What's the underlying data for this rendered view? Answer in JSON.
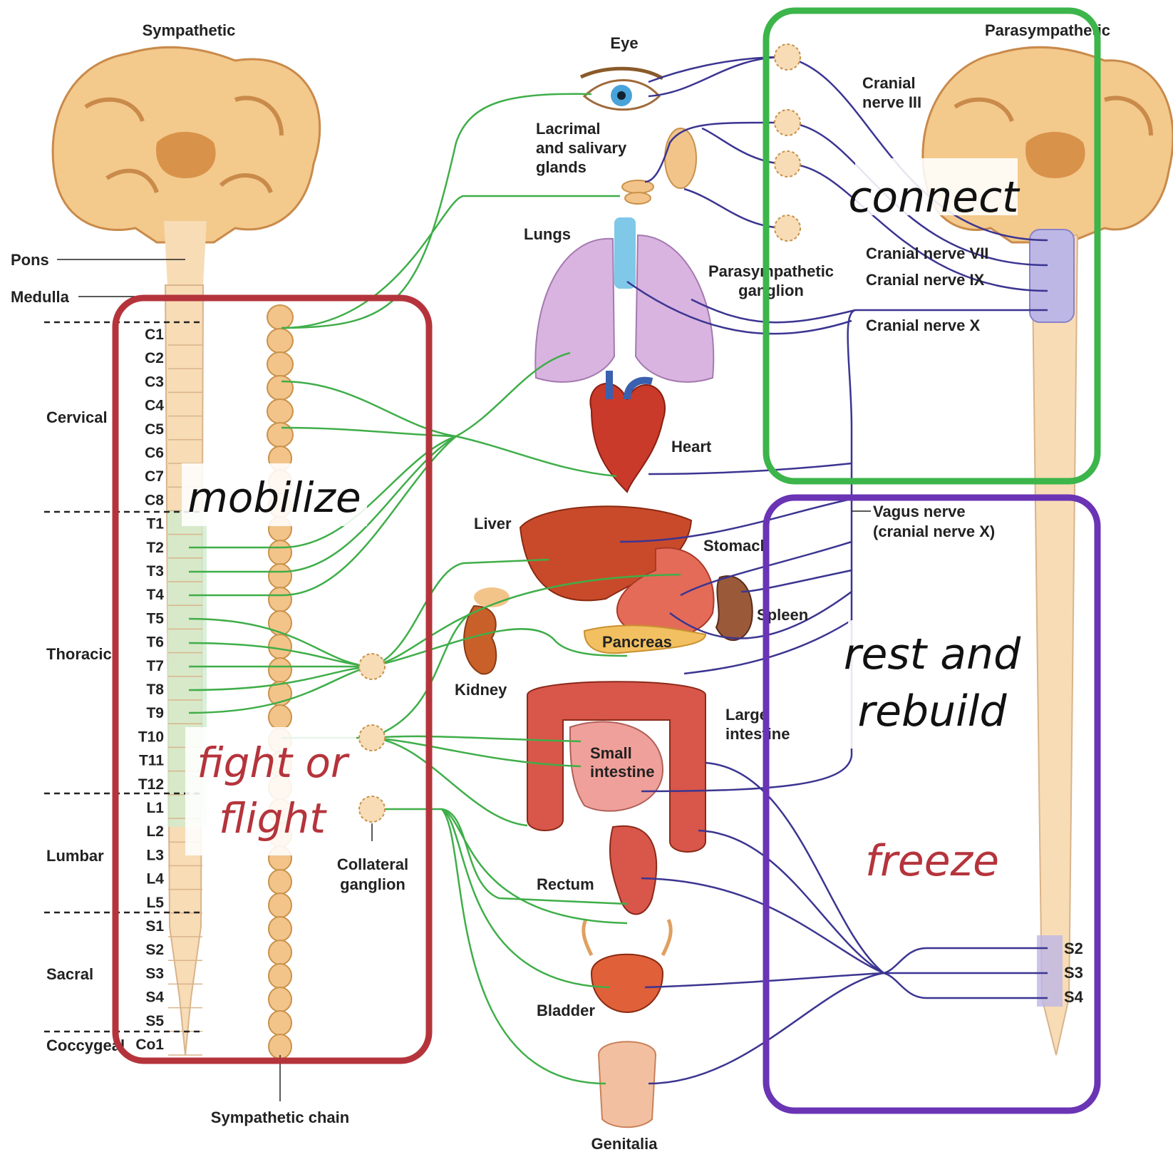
{
  "headers": {
    "sympathetic": "Sympathetic",
    "parasympathetic": "Parasympathetic"
  },
  "brainstem": {
    "pons": "Pons",
    "medulla": "Medulla"
  },
  "regions": {
    "cervical": "Cervical",
    "thoracic": "Thoracic",
    "lumbar": "Lumbar",
    "sacral": "Sacral",
    "coccygeal": "Coccygeal"
  },
  "segments": [
    "C1",
    "C2",
    "C3",
    "C4",
    "C5",
    "C6",
    "C7",
    "C8",
    "T1",
    "T2",
    "T3",
    "T4",
    "T5",
    "T6",
    "T7",
    "T8",
    "T9",
    "T10",
    "T11",
    "T12",
    "L1",
    "L2",
    "L3",
    "L4",
    "L5",
    "S1",
    "S2",
    "S3",
    "S4",
    "S5",
    "Co1"
  ],
  "organs": {
    "eye": "Eye",
    "glands": [
      "Lacrimal",
      "and salivary",
      "glands"
    ],
    "lungs": "Lungs",
    "heart": "Heart",
    "liver": "Liver",
    "stomach": "Stomach",
    "spleen": "Spleen",
    "pancreas": "Pancreas",
    "kidney": "Kidney",
    "large_intestine": [
      "Large",
      "intestine"
    ],
    "small_intestine": [
      "Small",
      "intestine"
    ],
    "rectum": "Rectum",
    "bladder": "Bladder",
    "genitalia": "Genitalia"
  },
  "nerves": {
    "cn3": [
      "Cranial",
      "nerve III"
    ],
    "cn7": "Cranial nerve VII",
    "cn9": "Cranial nerve IX",
    "cn10": "Cranial nerve X",
    "vagus": [
      "Vagus nerve",
      "(cranial nerve X)"
    ],
    "para_ganglion": [
      "Parasympathetic",
      "ganglion"
    ],
    "collateral_ganglion": [
      "Collateral",
      "ganglion"
    ],
    "sympathetic_chain": "Sympathetic chain",
    "sacral_right": [
      "S2",
      "S3",
      "S4"
    ]
  },
  "annotations": {
    "connect": "connect",
    "mobilize": "mobilize",
    "fight": [
      "fight or",
      "flight"
    ],
    "rest": [
      "rest and",
      "rebuild"
    ],
    "freeze": "freeze"
  },
  "colors": {
    "sympathetic_nerve": "#3fae49",
    "parasympathetic_nerve": "#3b3591",
    "fight_box": "#b5343c",
    "connect_box": "#3cb54a",
    "freeze_box": "#6a34b5",
    "spine": "#f7dcb6"
  }
}
